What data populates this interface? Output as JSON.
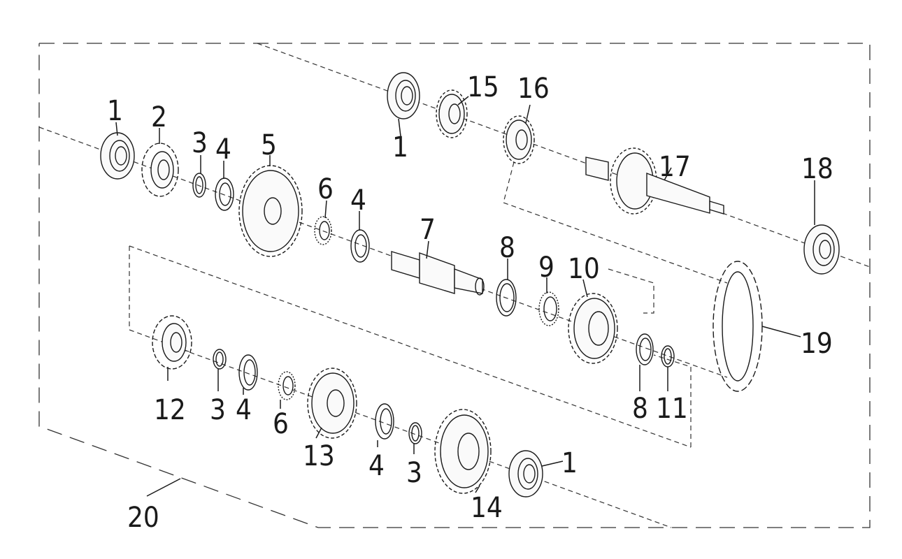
{
  "diagram": {
    "labels": {
      "bearing": "1",
      "shift_ring": "2",
      "circlip": "3",
      "washer": "4",
      "gear_large": "5",
      "needle_bearing": "6",
      "main_shaft": "7",
      "washer_b": "8",
      "needle_cage": "9",
      "gear_10": "10",
      "circlip_b": "11",
      "shift_ring_b": "12",
      "gear_13": "13",
      "gear_14": "14",
      "gear_15": "15",
      "gear_16": "16",
      "output_shaft": "17",
      "bearing_18": "18",
      "chain": "19",
      "assembly": "20"
    }
  }
}
